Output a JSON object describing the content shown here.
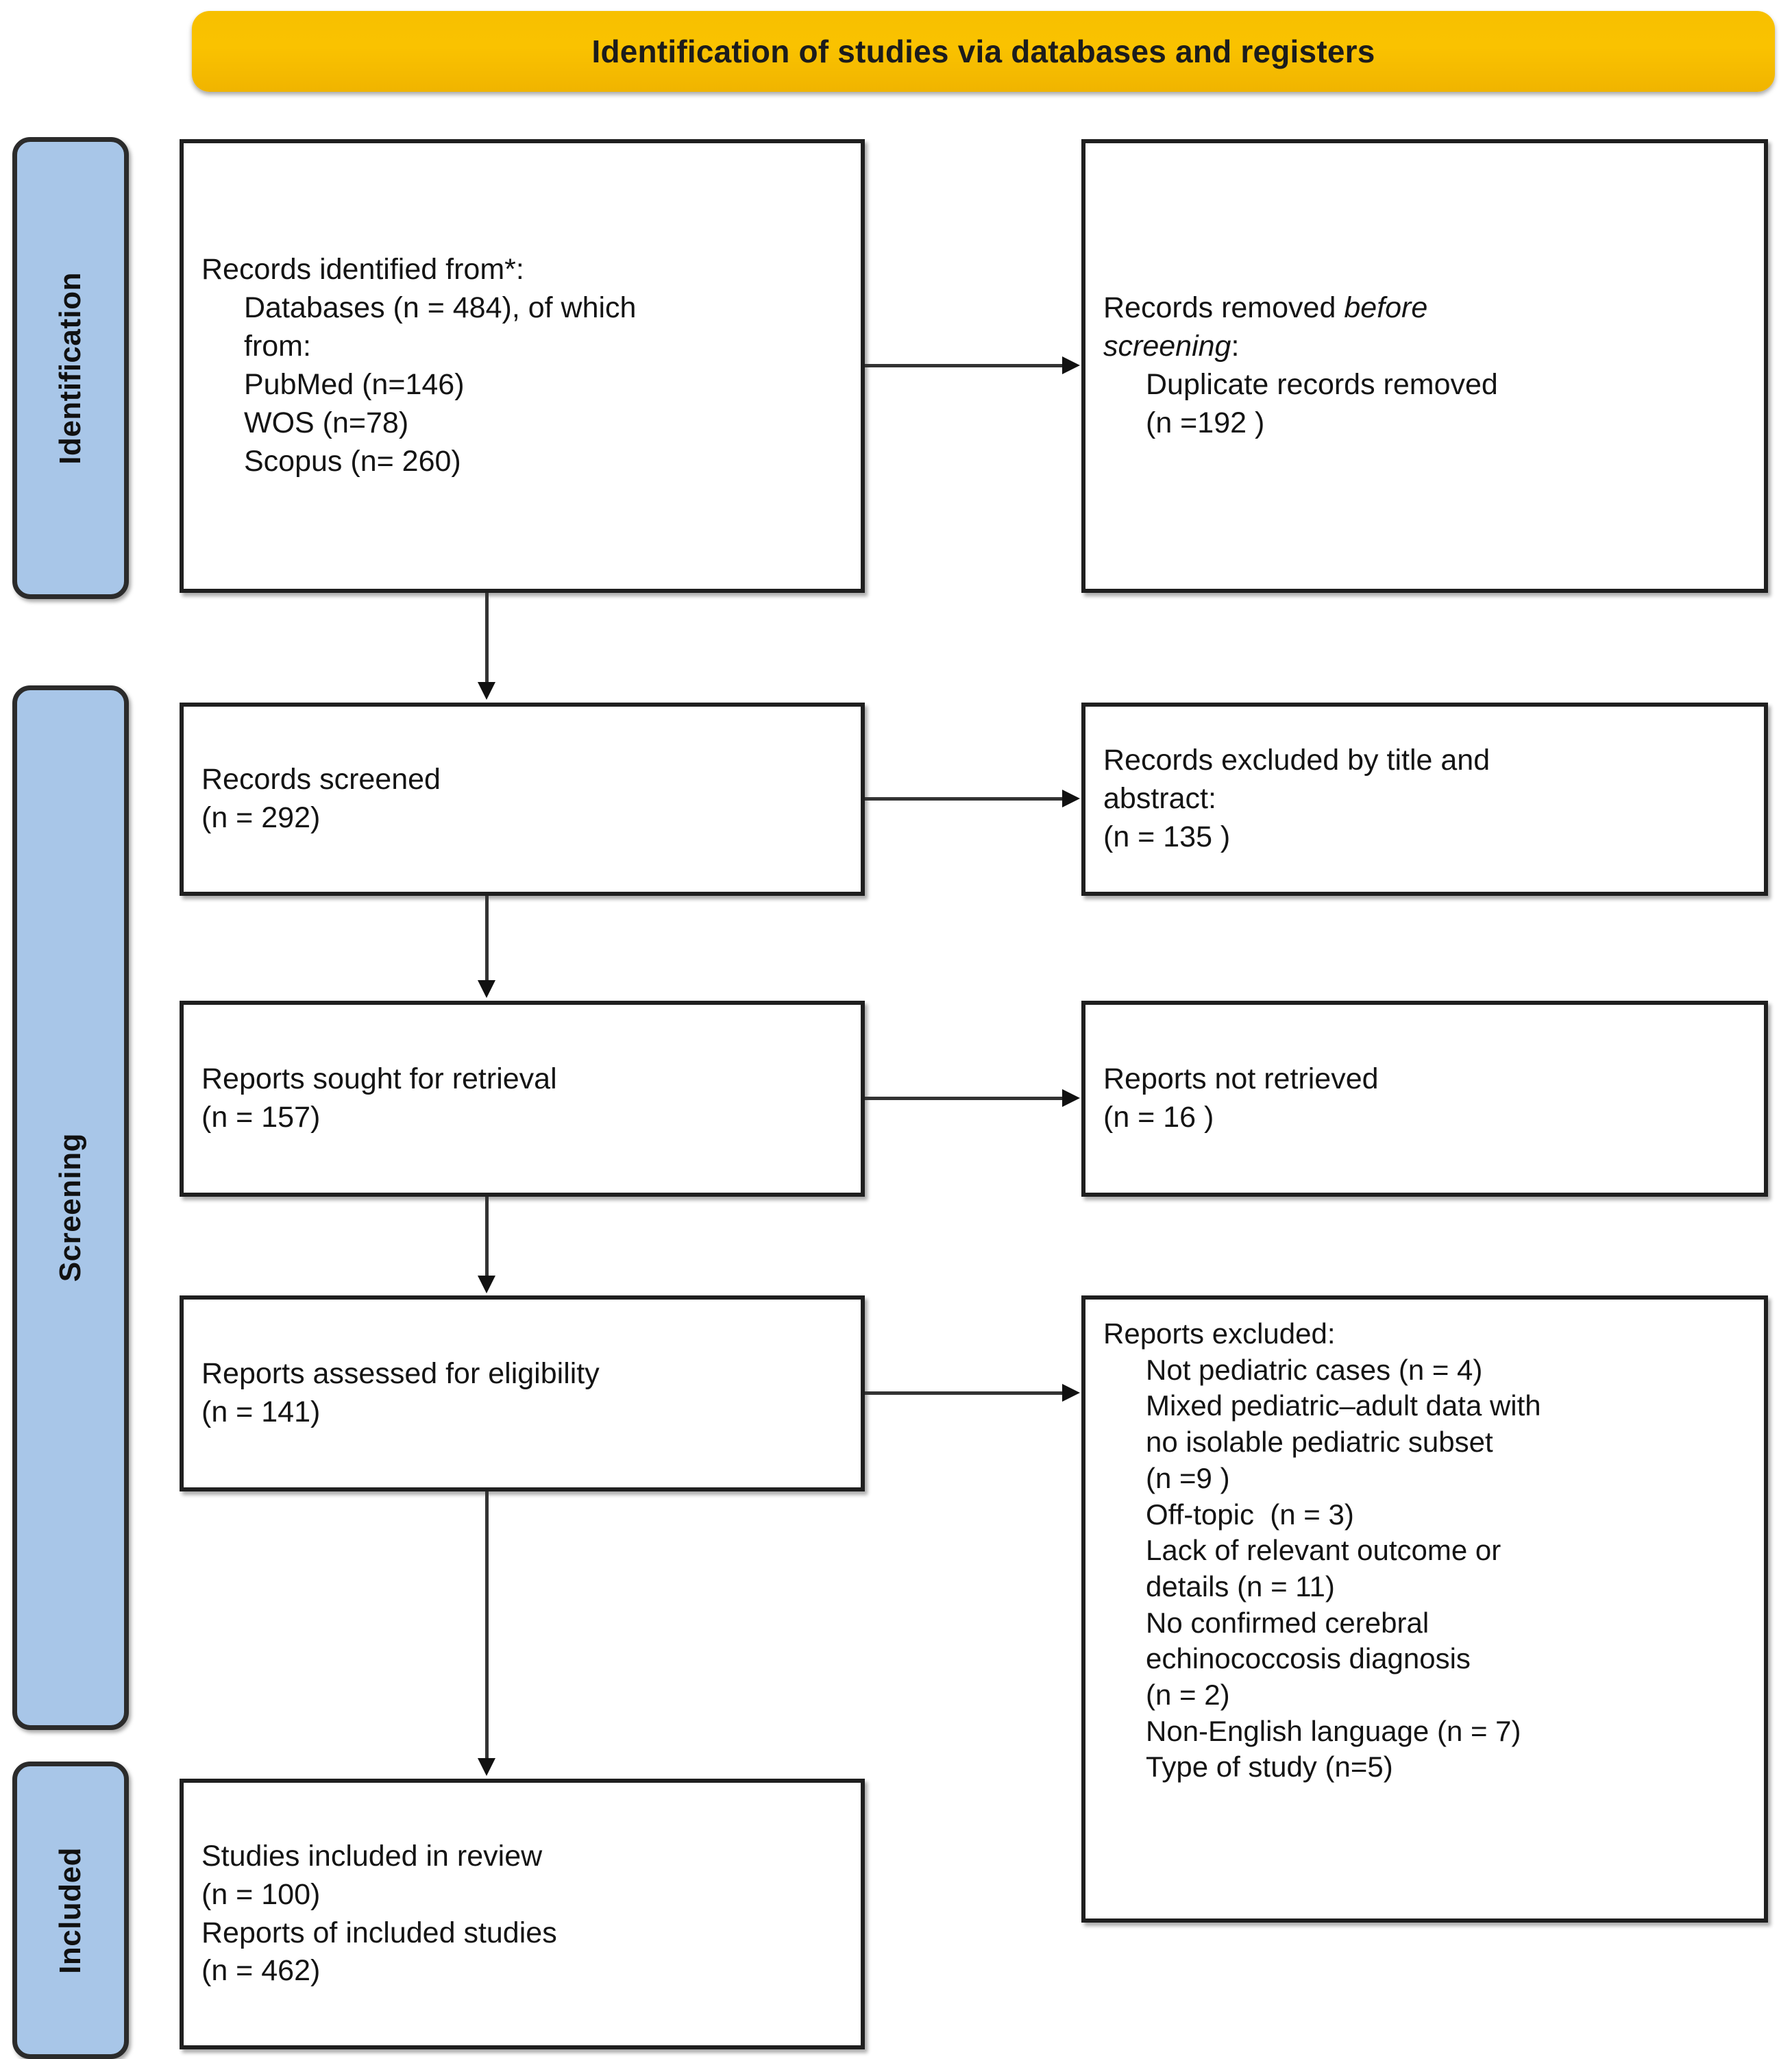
{
  "header": {
    "title": "Identification of studies via databases and registers",
    "accent_color": "#FAC200"
  },
  "stages": [
    {
      "key": "identification",
      "label": "Identification",
      "color": "#A8C6E8"
    },
    {
      "key": "screening",
      "label": "Screening",
      "color": "#A8C6E8"
    },
    {
      "key": "included",
      "label": "Included",
      "color": "#A8C6E8"
    }
  ],
  "boxes": {
    "identified": {
      "lines": [
        "Records identified from*:",
        "Databases (n = 484), of which",
        "from:",
        "PubMed (n=146)",
        "WOS (n=78)",
        "Scopus (n= 260)"
      ]
    },
    "removed": {
      "line1_plain": "Records removed ",
      "line1_italic": "before",
      "line2_italic": "screening",
      "line2_plain": ":",
      "line3": "Duplicate records removed",
      "line4": "(n =192 )"
    },
    "screened": {
      "line1": "Records screened",
      "line2": "(n = 292)"
    },
    "excluded_title_abstract": {
      "line1": "Records excluded by title and",
      "line2": "abstract:",
      "line3": "(n = 135 )"
    },
    "sought": {
      "line1": "Reports sought for retrieval",
      "line2": "(n = 157)"
    },
    "not_retrieved": {
      "line1": "Reports not retrieved",
      "line2": "(n = 16 )"
    },
    "assessed": {
      "line1": "Reports assessed for eligibility",
      "line2": "(n = 141)"
    },
    "reports_excluded": {
      "heading": "Reports excluded:",
      "reasons": [
        "Not pediatric cases (n = 4)",
        "Mixed pediatric–adult data with",
        "no isolable pediatric subset",
        "(n =9 )",
        "Off-topic  (n = 3)",
        "Lack of relevant outcome or",
        "details (n = 11)",
        "No confirmed cerebral",
        "echinococcosis diagnosis",
        "(n = 2)",
        "Non-English language (n = 7)",
        "Type of study (n=5)"
      ]
    },
    "included": {
      "line1": "Studies included in review",
      "line2": "(n = 100)",
      "line3": "Reports of included studies",
      "line4": "(n = 462)"
    }
  },
  "chart_data": {
    "type": "diagram",
    "title": "Identification of studies via databases and registers",
    "nodes": [
      {
        "id": "identified",
        "stage": "Identification",
        "label": "Records identified from databases",
        "n": 484
      },
      {
        "id": "pubmed",
        "stage": "Identification",
        "label": "PubMed",
        "n": 146
      },
      {
        "id": "wos",
        "stage": "Identification",
        "label": "WOS",
        "n": 78
      },
      {
        "id": "scopus",
        "stage": "Identification",
        "label": "Scopus",
        "n": 260
      },
      {
        "id": "duplicates",
        "stage": "Identification",
        "label": "Duplicate records removed before screening",
        "n": 192
      },
      {
        "id": "screened",
        "stage": "Screening",
        "label": "Records screened",
        "n": 292
      },
      {
        "id": "excluded_ta",
        "stage": "Screening",
        "label": "Records excluded by title and abstract",
        "n": 135
      },
      {
        "id": "sought",
        "stage": "Screening",
        "label": "Reports sought for retrieval",
        "n": 157
      },
      {
        "id": "not_retrieved",
        "stage": "Screening",
        "label": "Reports not retrieved",
        "n": 16
      },
      {
        "id": "assessed",
        "stage": "Screening",
        "label": "Reports assessed for eligibility",
        "n": 141
      },
      {
        "id": "studies_included",
        "stage": "Included",
        "label": "Studies included in review",
        "n": 100
      },
      {
        "id": "reports_included",
        "stage": "Included",
        "label": "Reports of included studies",
        "n": 462
      }
    ],
    "exclusion_reasons": [
      {
        "reason": "Not pediatric cases",
        "n": 4
      },
      {
        "reason": "Mixed pediatric–adult data with no isolable pediatric subset",
        "n": 9
      },
      {
        "reason": "Off-topic",
        "n": 3
      },
      {
        "reason": "Lack of relevant outcome or details",
        "n": 11
      },
      {
        "reason": "No confirmed cerebral echinococcosis diagnosis",
        "n": 2
      },
      {
        "reason": "Non-English language",
        "n": 7
      },
      {
        "reason": "Type of study",
        "n": 5
      }
    ],
    "edges": [
      {
        "from": "identified",
        "to": "duplicates",
        "direction": "right"
      },
      {
        "from": "identified",
        "to": "screened",
        "direction": "down"
      },
      {
        "from": "screened",
        "to": "excluded_ta",
        "direction": "right"
      },
      {
        "from": "screened",
        "to": "sought",
        "direction": "down"
      },
      {
        "from": "sought",
        "to": "not_retrieved",
        "direction": "right"
      },
      {
        "from": "sought",
        "to": "assessed",
        "direction": "down"
      },
      {
        "from": "assessed",
        "to": "reports_excluded",
        "direction": "right"
      },
      {
        "from": "assessed",
        "to": "studies_included",
        "direction": "down"
      }
    ]
  }
}
